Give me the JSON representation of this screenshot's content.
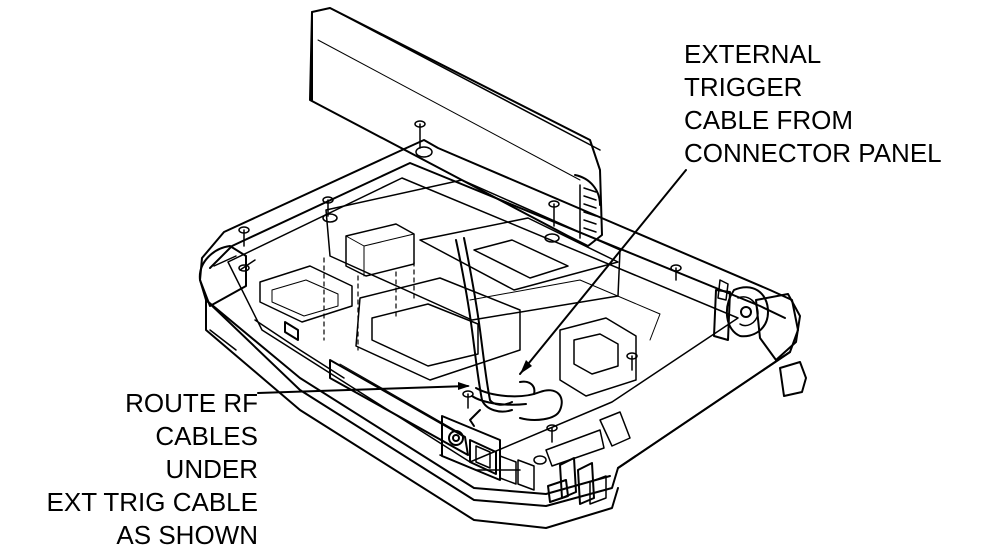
{
  "callouts": {
    "external_trigger": [
      "EXTERNAL",
      "TRIGGER",
      "CABLE FROM",
      "CONNECTOR PANEL"
    ],
    "route_rf": [
      "ROUTE RF",
      "CABLES",
      "UNDER",
      "EXT TRIG CABLE",
      "AS SHOWN"
    ]
  },
  "colors": {
    "ink": "#000000",
    "paper": "#ffffff"
  }
}
